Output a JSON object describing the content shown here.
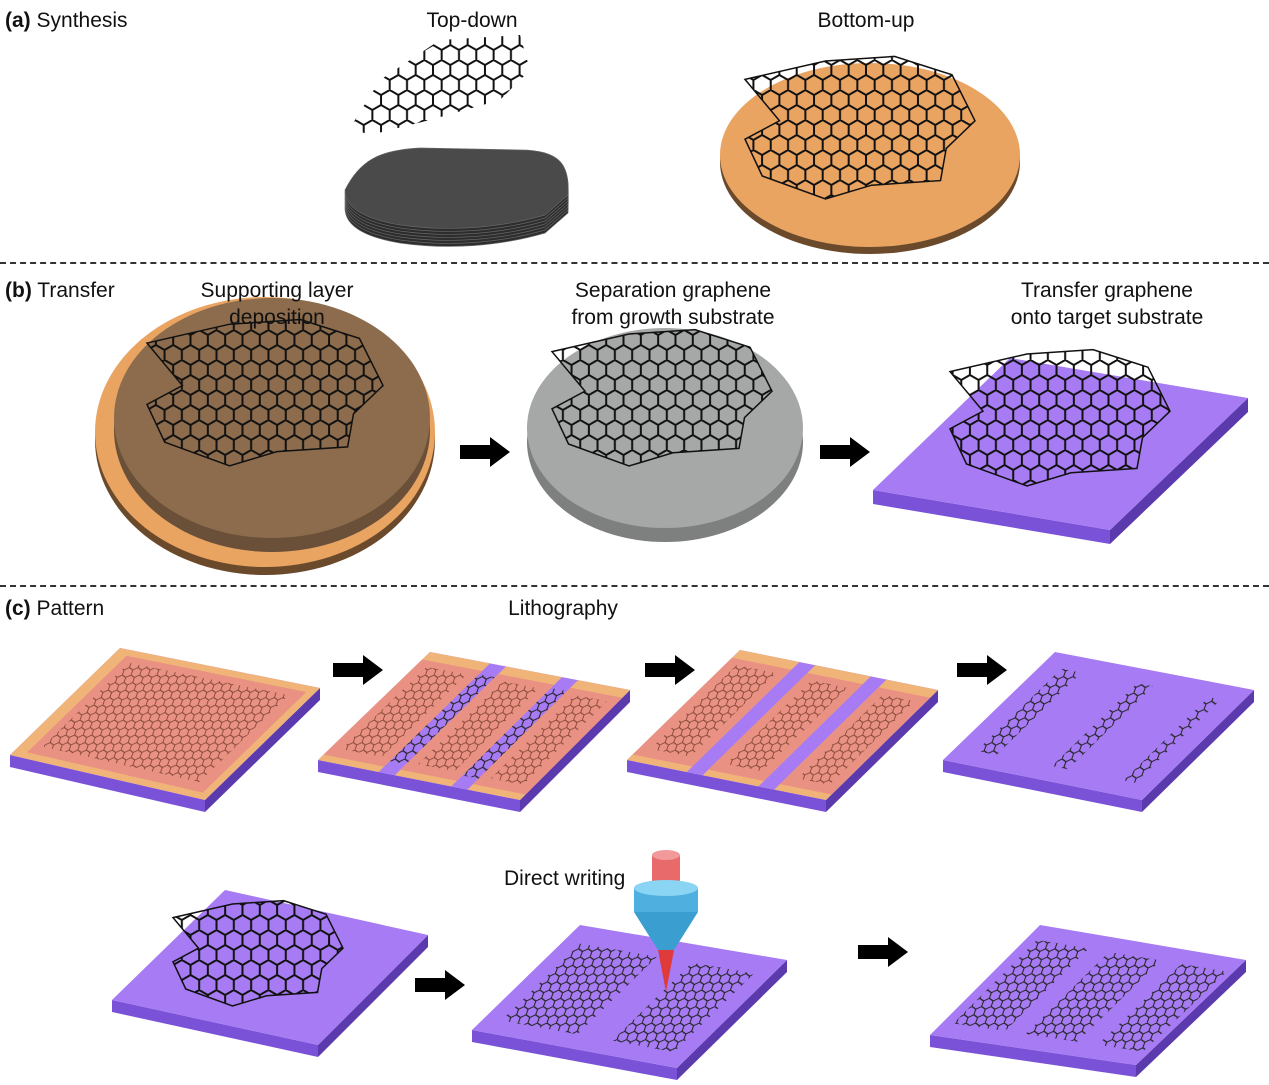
{
  "sections": {
    "a": {
      "tag": "(a)",
      "title": "Synthesis",
      "steps": [
        "Top-down",
        "Bottom-up"
      ]
    },
    "b": {
      "tag": "(b)",
      "title": "Transfer",
      "steps": [
        {
          "line1": "Supporting layer",
          "line2": "deposition"
        },
        {
          "line1": "Separation graphene",
          "line2": "from growth substrate"
        },
        {
          "line1": "Transfer graphene",
          "line2": "onto target substrate"
        }
      ]
    },
    "c": {
      "tag": "(c)",
      "title": "Pattern",
      "methods": [
        "Lithography",
        "Direct writing"
      ]
    }
  },
  "colors": {
    "copper": "#E9A462",
    "substrate": "#A77BF3",
    "substrate_side": "#5B3AAE",
    "resist": "#E88C86",
    "support": "#8C6C4C",
    "gray": "#A6A8A8"
  }
}
